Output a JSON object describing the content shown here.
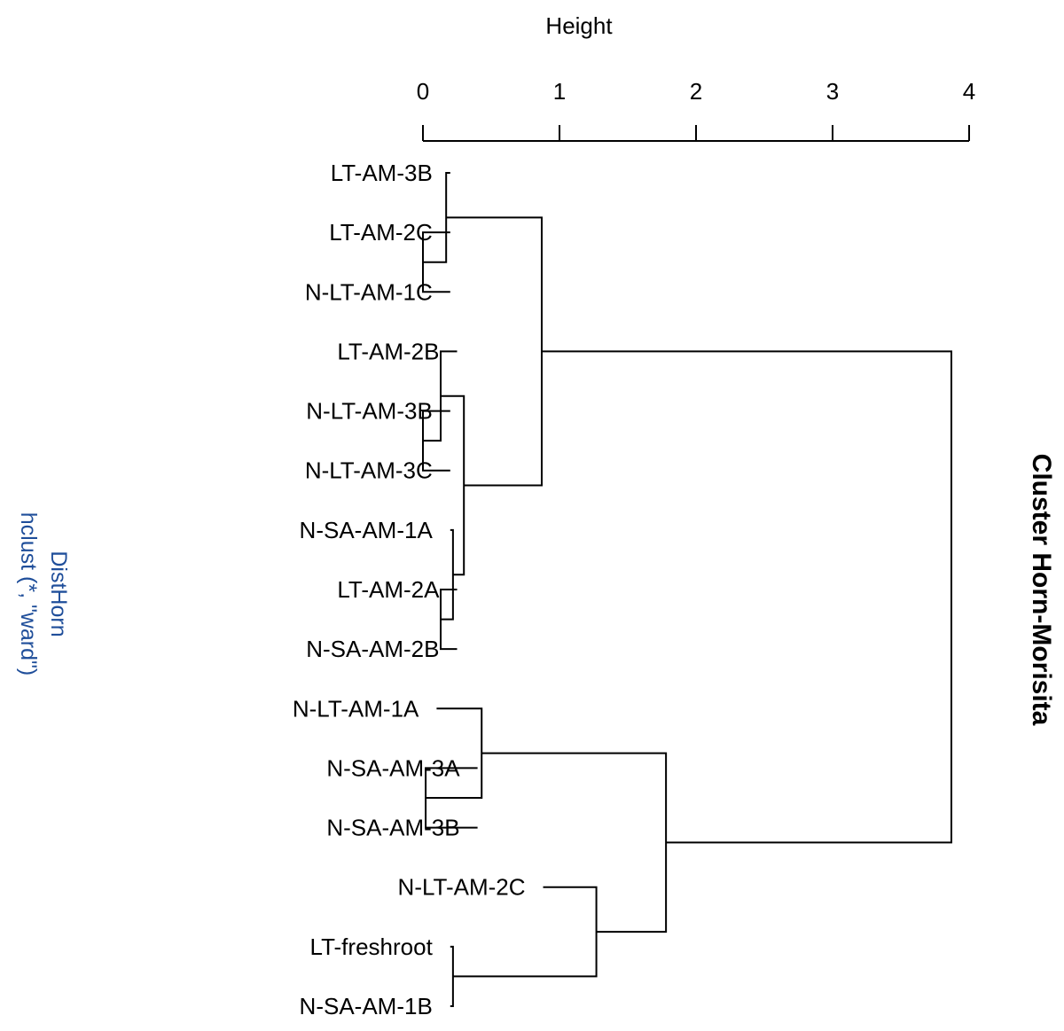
{
  "chart_data": {
    "type": "dendrogram",
    "title": "Cluster Horn-Morisita",
    "axis": {
      "label": "Height",
      "ticks": [
        0,
        1,
        2,
        3,
        4
      ],
      "range": [
        0,
        4
      ]
    },
    "side_text": [
      "DistHorn",
      "hclust (*, \"ward\")"
    ],
    "leaves": [
      {
        "label": "LT-AM-3B",
        "height": 0.2
      },
      {
        "label": "LT-AM-2C",
        "height": 0.2
      },
      {
        "label": "N-LT-AM-1C",
        "height": 0.2
      },
      {
        "label": "LT-AM-2B",
        "height": 0.25
      },
      {
        "label": "N-LT-AM-3B",
        "height": 0.2
      },
      {
        "label": "N-LT-AM-3C",
        "height": 0.2
      },
      {
        "label": "N-SA-AM-1A",
        "height": 0.2
      },
      {
        "label": "LT-AM-2A",
        "height": 0.25
      },
      {
        "label": "N-SA-AM-2B",
        "height": 0.25
      },
      {
        "label": "N-LT-AM-1A",
        "height": 0.1
      },
      {
        "label": "N-SA-AM-3A",
        "height": 0.4
      },
      {
        "label": "N-SA-AM-3B",
        "height": 0.4
      },
      {
        "label": "N-LT-AM-2C",
        "height": 0.88
      },
      {
        "label": "LT-freshroot",
        "height": 0.2
      },
      {
        "label": "N-SA-AM-1B",
        "height": 0.2
      }
    ],
    "merges": [
      {
        "a": "L1",
        "b": "L2",
        "height": 0.0
      },
      {
        "a": "L0",
        "b": "M0",
        "height": 0.17
      },
      {
        "a": "L4",
        "b": "L5",
        "height": 0.0
      },
      {
        "a": "L3",
        "b": "M2",
        "height": 0.13
      },
      {
        "a": "L7",
        "b": "L8",
        "height": 0.13
      },
      {
        "a": "L6",
        "b": "M4",
        "height": 0.22
      },
      {
        "a": "M3",
        "b": "M5",
        "height": 0.3
      },
      {
        "a": "M1",
        "b": "M6",
        "height": 0.87
      },
      {
        "a": "L10",
        "b": "L11",
        "height": 0.02
      },
      {
        "a": "L9",
        "b": "M8",
        "height": 0.43
      },
      {
        "a": "L13",
        "b": "L14",
        "height": 0.22
      },
      {
        "a": "L12",
        "b": "M10",
        "height": 1.27
      },
      {
        "a": "M9",
        "b": "M11",
        "height": 1.78
      },
      {
        "a": "M7",
        "b": "M12",
        "height": 3.87
      }
    ]
  }
}
